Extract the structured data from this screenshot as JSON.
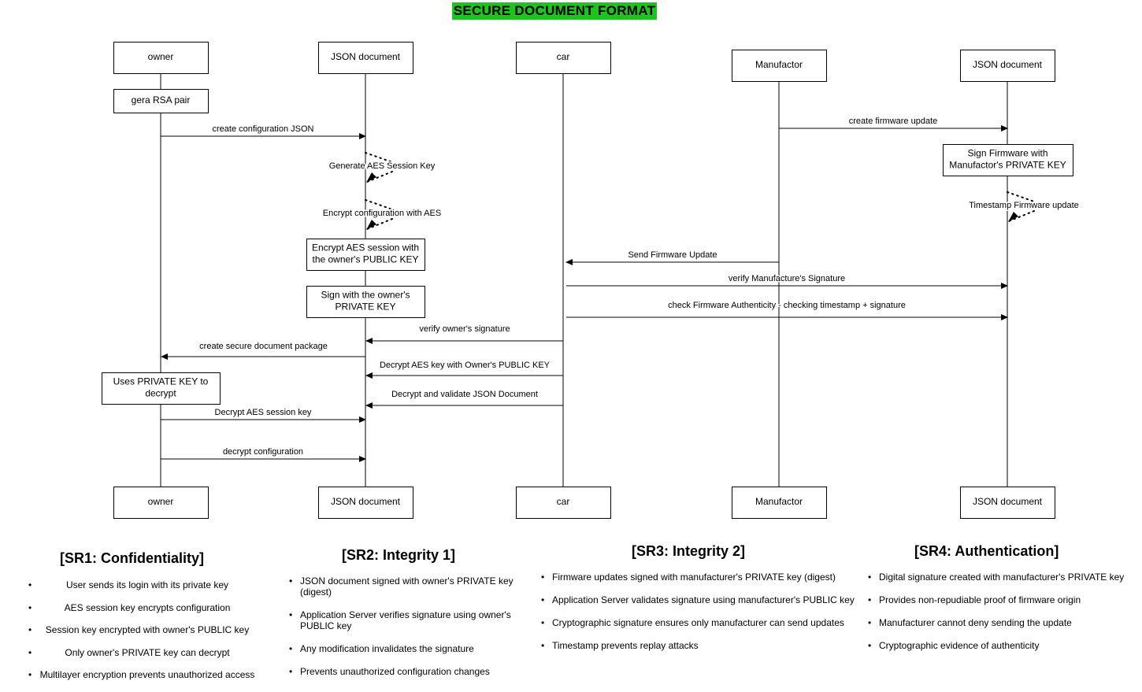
{
  "title": "SECURE DOCUMENT FORMAT",
  "colors": {
    "title_bg": "#1ec31e",
    "line": "#000000",
    "box_fill": "#ffffff"
  },
  "participants": [
    {
      "id": "owner",
      "label": "owner"
    },
    {
      "id": "json1",
      "label": "JSON document"
    },
    {
      "id": "car",
      "label": "car"
    },
    {
      "id": "manufactor",
      "label": "Manufactor"
    },
    {
      "id": "json2",
      "label": "JSON document"
    }
  ],
  "activity_boxes": [
    {
      "id": "gera-rsa",
      "lines": [
        "gera RSA pair"
      ]
    },
    {
      "id": "encrypt-aes-session",
      "lines": [
        "Encrypt AES session with",
        "the owner's PUBLIC KEY"
      ]
    },
    {
      "id": "sign-owner",
      "lines": [
        "Sign with the owner's",
        "PRIVATE KEY"
      ]
    },
    {
      "id": "uses-private-key",
      "lines": [
        "Uses PRIVATE KEY to",
        "decrypt"
      ]
    },
    {
      "id": "sign-firmware",
      "lines": [
        "Sign Firmware with",
        "Manufactor's PRIVATE KEY"
      ]
    }
  ],
  "messages": [
    {
      "id": "create-config",
      "label": "create configuration JSON",
      "from": "owner",
      "to": "json1"
    },
    {
      "id": "gen-aes",
      "label": "Generate AES Session Key",
      "from": "json1",
      "to": "json1",
      "self": true
    },
    {
      "id": "enc-config",
      "label": "Encrypt configuration with AES",
      "from": "json1",
      "to": "json1",
      "self": true
    },
    {
      "id": "create-fw",
      "label": "create firmware update",
      "from": "manufactor",
      "to": "json2"
    },
    {
      "id": "timestamp-fw",
      "label": "Timestamp Firmware update",
      "from": "json2",
      "to": "json2",
      "self": true
    },
    {
      "id": "send-fw",
      "label": "Send Firmware Update",
      "from": "manufactor",
      "to": "car"
    },
    {
      "id": "verify-manu",
      "label": "verify Manufacture's Signature",
      "from": "car",
      "to": "json2"
    },
    {
      "id": "check-fw",
      "label": "check Firmware Authenticity - checking timestamp + signature",
      "from": "car",
      "to": "json2"
    },
    {
      "id": "verify-owner",
      "label": "verify owner's signature",
      "from": "car",
      "to": "json1"
    },
    {
      "id": "create-package",
      "label": "create secure document package",
      "from": "json1",
      "to": "owner"
    },
    {
      "id": "decrypt-aes-key",
      "label": "Decrypt AES key with Owner's PUBLIC KEY",
      "from": "car",
      "to": "json1"
    },
    {
      "id": "decrypt-validate",
      "label": "Decrypt and validate JSON Document",
      "from": "car",
      "to": "json1"
    },
    {
      "id": "decrypt-session",
      "label": "Decrypt AES session key",
      "from": "owner",
      "to": "json1"
    },
    {
      "id": "decrypt-config",
      "label": "decrypt configuration",
      "from": "owner",
      "to": "json1"
    }
  ],
  "requirements": {
    "sr1": {
      "title": "[SR1: Confidentiality]",
      "items": [
        "User sends its login with its private key",
        "AES session key encrypts configuration",
        "Session key encrypted with owner's PUBLIC key",
        "Only owner's PRIVATE key can decrypt",
        "Multilayer encryption prevents unauthorized access"
      ]
    },
    "sr2": {
      "title": "[SR2: Integrity 1]",
      "items": [
        "JSON document signed with owner's PRIVATE key (digest)",
        "Application Server verifies signature using owner's PUBLIC key",
        "Any modification invalidates the signature",
        "Prevents unauthorized configuration changes"
      ]
    },
    "sr3": {
      "title": "[SR3: Integrity 2]",
      "items": [
        "Firmware updates signed with manufacturer's PRIVATE key (digest)",
        "Application Server validates signature using manufacturer's PUBLIC key",
        "Cryptographic signature ensures only manufacturer can send updates",
        "Timestamp prevents replay attacks"
      ]
    },
    "sr4": {
      "title": "[SR4: Authentication]",
      "items": [
        "Digital signature created with manufacturer's PRIVATE key",
        "Provides non-repudiable proof of firmware origin",
        "Manufacturer cannot deny sending the update",
        "Cryptographic evidence of authenticity"
      ]
    }
  }
}
